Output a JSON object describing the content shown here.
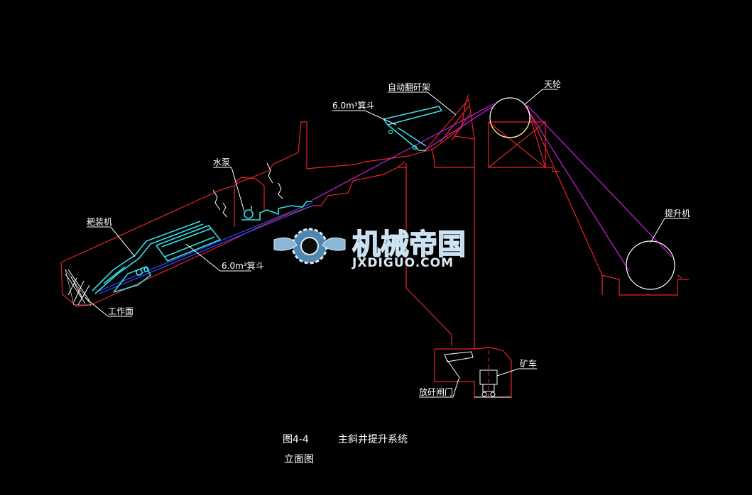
{
  "labels": {
    "auto_frame": "自动翻矸架",
    "sheave": "天轮",
    "skip_top": "6.0m³箕斗",
    "water_pump": "水泵",
    "scraper_loader": "耙装机",
    "skip_bottom": "6.0m³箕斗",
    "hoist": "提升机",
    "working_face": "工作面",
    "mine_car": "矿车",
    "gate": "放矸闸门"
  },
  "caption": {
    "figure_number": "图4-4",
    "title": "主斜井提升系统",
    "subtitle": "立面图"
  },
  "watermark": {
    "text_cn": "机械帝国",
    "text_en": "JXDIGUO.COM"
  },
  "colors": {
    "background": "#000000",
    "structure": "#e8242b",
    "rope": "#d21ee0",
    "equipment": "#36e0e8",
    "track": "#3050ff",
    "text": "#ffffff"
  }
}
